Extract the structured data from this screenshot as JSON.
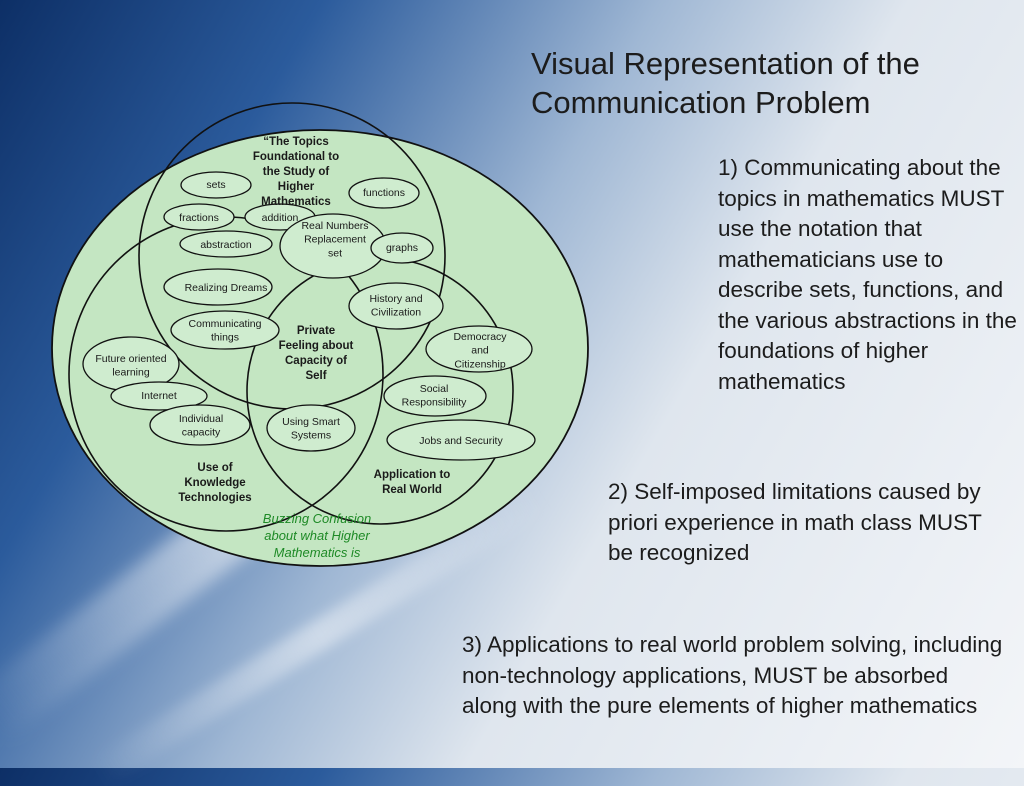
{
  "title": "Visual Representation of the Communication Problem",
  "points": [
    "1) Communicating about the topics in mathematics MUST use the notation that mathematicians use to describe sets, functions, and the various abstractions in the foundations of higher mathematics",
    "2) Self-imposed limitations caused by priori experience in math class MUST be recognized",
    "3) Applications to real world problem solving, including non-technology applications, MUST be absorbed along with the pure elements of higher mathematics"
  ],
  "diagram": {
    "outer_label": "Buzzing Confusion about what Higher Mathematics is",
    "top_circle_label": "“The Topics Foundational to the Study of Higher Mathematics",
    "left_circle_label": "Use of Knowledge Technologies",
    "right_circle_label": "Application to Real World",
    "center_label": "Private Feeling about Capacity of Self",
    "items": {
      "sets": "sets",
      "functions": "functions",
      "fractions": "fractions",
      "addition": "addition",
      "abstraction": "abstraction",
      "real_numbers": "Real Numbers Replacement set",
      "graphs": "graphs",
      "realizing_dreams": "Realizing Dreams",
      "communicating_things": "Communicating things",
      "history": "History and Civilization",
      "democracy": "Democracy and Citizenship",
      "future_learning": "Future oriented learning",
      "internet": "Internet",
      "individual_capacity": "Individual capacity",
      "smart_systems": "Using Smart Systems",
      "social_responsibility": "Social Responsibility",
      "jobs_security": "Jobs and Security"
    },
    "colors": {
      "fill": "#c4e6c2",
      "outline": "#111111",
      "accent_text": "#1e8a26"
    }
  }
}
